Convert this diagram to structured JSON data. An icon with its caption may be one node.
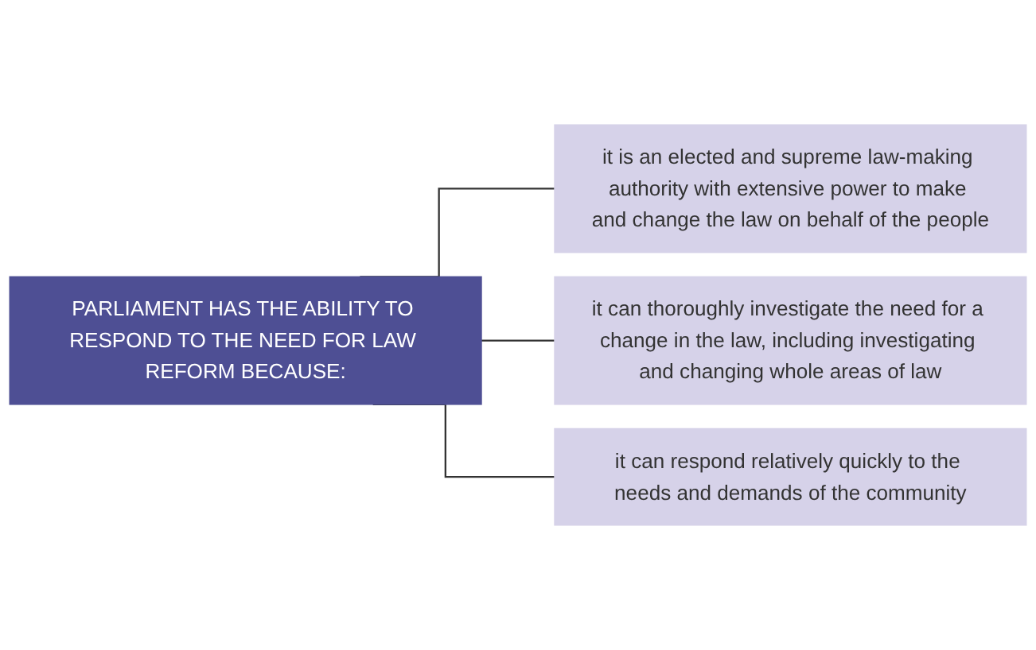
{
  "diagram": {
    "nodes": [
      {
        "text": [
          "PARLIAMENT HAS THE ABILITY TO RESPOND TO THE NEED FOR LAW REFORM BECAUSE:"
        ]
      },
      {
        "text": [
          "it is an elected and supreme law-making authority with extensive power to make and change the law on behalf of the people"
        ]
      },
      {
        "text": [
          "it can thoroughly investigate the need for a change in the law, including investigating and changing whole areas of law"
        ]
      },
      {
        "text": [
          "it can respond relatively quickly to the needs and demands of the community"
        ]
      }
    ],
    "edges": [
      {
        "from": 0,
        "to": 1,
        "arrow": "none"
      },
      {
        "from": 0,
        "to": 2,
        "arrow": "none"
      },
      {
        "from": 0,
        "to": 3,
        "arrow": "none"
      }
    ]
  }
}
